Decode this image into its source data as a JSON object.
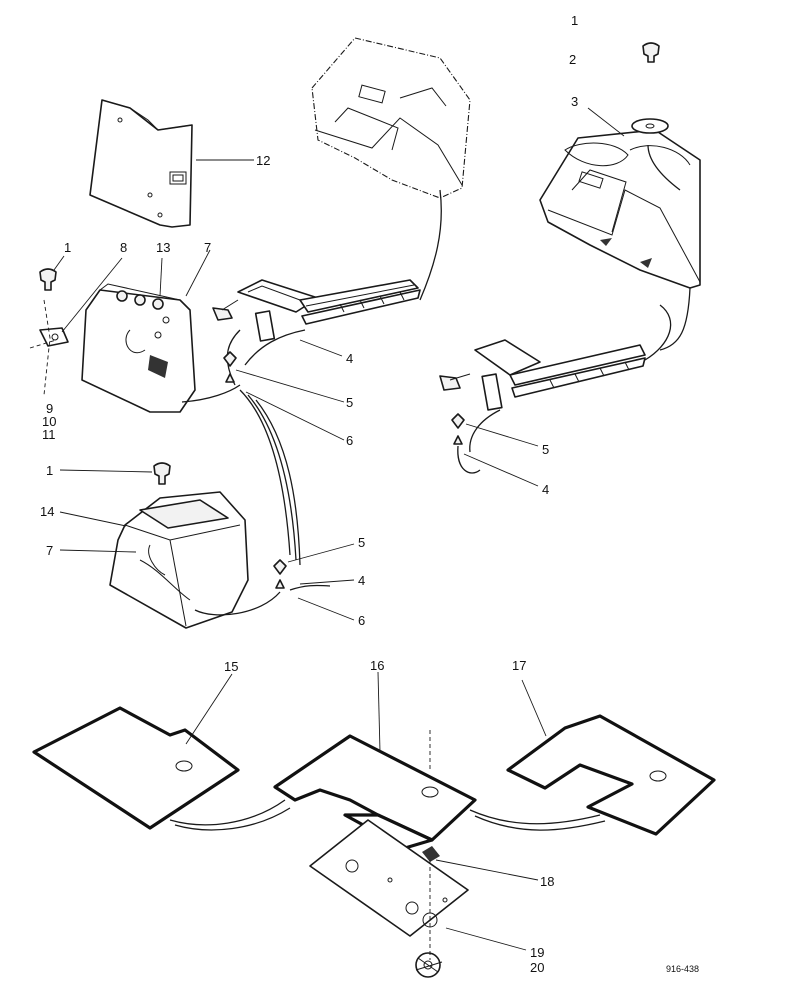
{
  "callouts": {
    "c1a": "1",
    "c2": "2",
    "c3": "3",
    "c12": "12",
    "c1b": "1",
    "c8": "8",
    "c13": "13",
    "c7a": "7",
    "c4a": "4",
    "c5a": "5",
    "c6a": "6",
    "c9": "9",
    "c10": "10",
    "c11": "11",
    "c5b": "5",
    "c4b": "4",
    "c1c": "1",
    "c14": "14",
    "c7b": "7",
    "c5c": "5",
    "c4c": "4",
    "c6b": "6",
    "c15": "15",
    "c16": "16",
    "c17": "17",
    "c18": "18",
    "c19": "19",
    "c20": "20"
  },
  "drawing_number": "916-438"
}
